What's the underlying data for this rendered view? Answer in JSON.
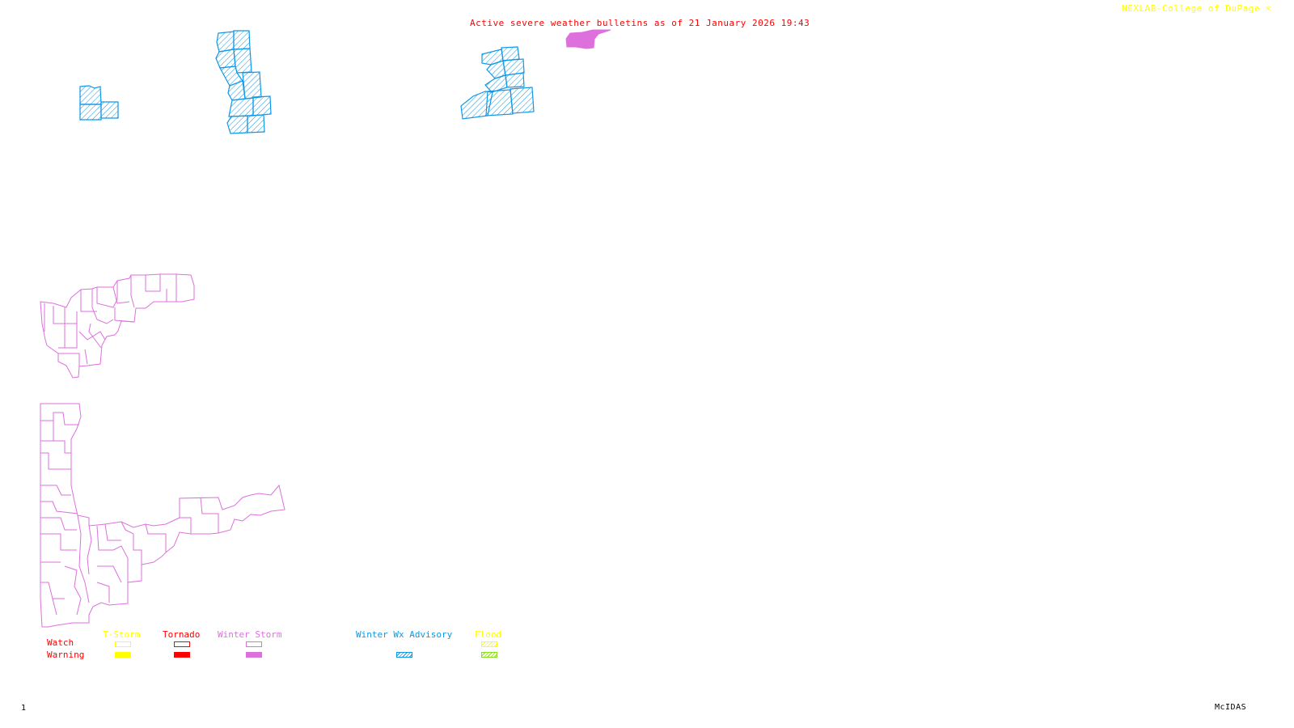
{
  "header": {
    "title": "Active severe weather bulletins as of 21 January 2026 19:43",
    "credit": "NEXLAB-College of DuPage",
    "credit_icon": "resize-corner-icon"
  },
  "footer": {
    "frame_number": "1",
    "software": "McIDAS"
  },
  "colors": {
    "title": "#ff0000",
    "credit": "#ffff00",
    "tstorm": "#ffff00",
    "tornado": "#ff0000",
    "winter_storm": "#dd70dd",
    "winter_wx_advisory": "#0f97e6",
    "flood_watch": "#ffff00",
    "flood_warning": "#88dd22"
  },
  "legend": {
    "row_labels": {
      "watch": "Watch",
      "warning": "Warning"
    },
    "columns": [
      {
        "key": "tstorm",
        "label": "T-Storm",
        "watch_style": "outline",
        "warning_style": "solid"
      },
      {
        "key": "tornado",
        "label": "Tornado",
        "watch_style": "outline",
        "warning_style": "solid"
      },
      {
        "key": "winter_storm",
        "label": "Winter Storm",
        "watch_style": "outline",
        "warning_style": "solid"
      },
      {
        "key": "winter_wx_advisory",
        "label": "Winter Wx Advisory",
        "watch_style": "none",
        "warning_style": "hatched"
      },
      {
        "key": "flood",
        "label": "Flood",
        "watch_style": "hatched",
        "warning_style": "hatched"
      }
    ]
  },
  "map": {
    "regions": [
      {
        "name": "winter-wx-advisory-area-1",
        "type": "Winter Wx Advisory",
        "style": "hatched"
      },
      {
        "name": "winter-wx-advisory-area-2",
        "type": "Winter Wx Advisory",
        "style": "hatched"
      },
      {
        "name": "winter-wx-advisory-area-3",
        "type": "Winter Wx Advisory",
        "style": "hatched"
      },
      {
        "name": "winter-storm-warning-area",
        "type": "Winter Storm Warning",
        "style": "solid"
      },
      {
        "name": "winter-storm-watch-area-north",
        "type": "Winter Storm Watch",
        "style": "outline"
      },
      {
        "name": "winter-storm-watch-area-south",
        "type": "Winter Storm Watch",
        "style": "outline"
      }
    ]
  }
}
